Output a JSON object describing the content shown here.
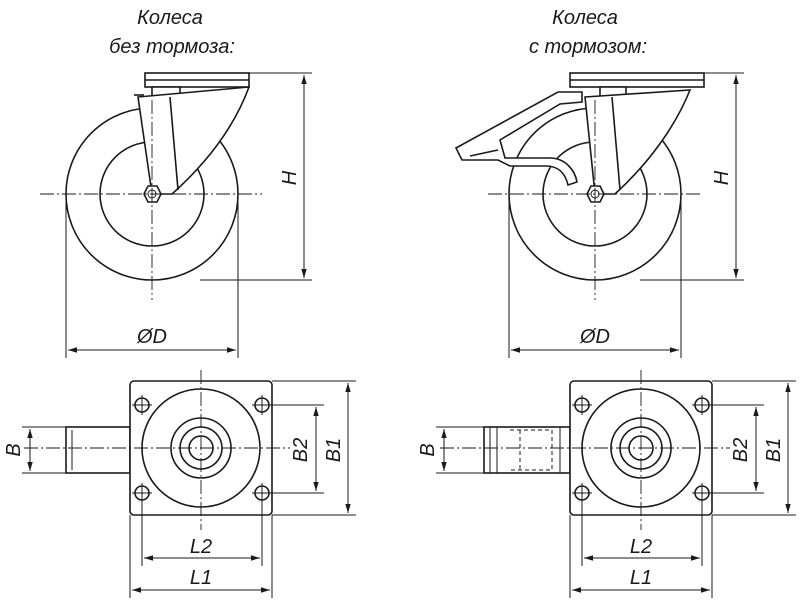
{
  "captions": {
    "left_line1": "Колеса",
    "left_line2": "без тормоза:",
    "right_line1": "Колеса",
    "right_line2": "с тормозом:"
  },
  "dimensions": {
    "height": "H",
    "diameter": "ØD",
    "width_b": "B",
    "b1": "B1",
    "b2": "B2",
    "l1": "L1",
    "l2": "L2"
  }
}
